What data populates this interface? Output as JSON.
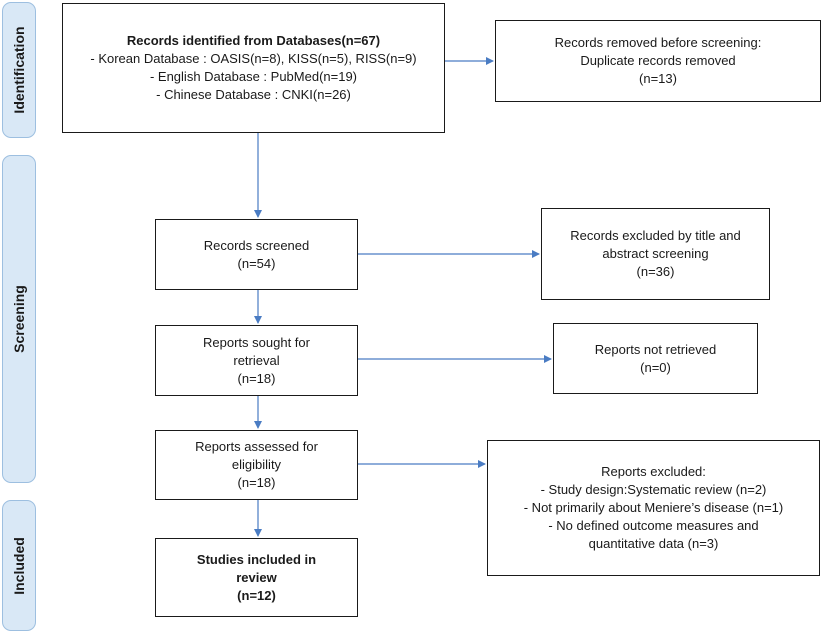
{
  "phases": {
    "identification": "Identification",
    "screening": "Screening",
    "included": "Included"
  },
  "identified": {
    "title": "Records identified from Databases(n=67)",
    "lines": [
      "- Korean Database : OASIS(n=8), KISS(n=5), RISS(n=9)",
      "- English Database : PubMed(n=19)",
      "- Chinese Database : CNKI(n=26)"
    ]
  },
  "removed": {
    "lines": [
      "Records removed before screening:",
      "Duplicate records removed",
      "(n=13)"
    ]
  },
  "screened": {
    "lines": [
      "Records screened",
      "(n=54)"
    ]
  },
  "excluded_title": {
    "lines": [
      "Records excluded by title and",
      "abstract screening",
      "(n=36)"
    ]
  },
  "sought": {
    "lines": [
      "Reports sought for",
      "retrieval",
      "(n=18)"
    ]
  },
  "not_retrieved": {
    "lines": [
      "Reports not retrieved",
      "(n=0)"
    ]
  },
  "assessed": {
    "lines": [
      "Reports assessed for",
      "eligibility",
      "(n=18)"
    ]
  },
  "reports_excluded": {
    "lines": [
      "Reports excluded:",
      "- Study design:Systematic review (n=2)",
      "- Not primarily about Meniere’s disease (n=1)",
      "- No defined outcome measures and",
      "quantitative data (n=3)"
    ]
  },
  "included": {
    "lines": [
      "Studies included in",
      "review",
      "(n=12)"
    ]
  },
  "colors": {
    "arrow": "#4a7cc3",
    "phase_fill": "#d9e8f6",
    "phase_border": "#9dbfe0"
  }
}
